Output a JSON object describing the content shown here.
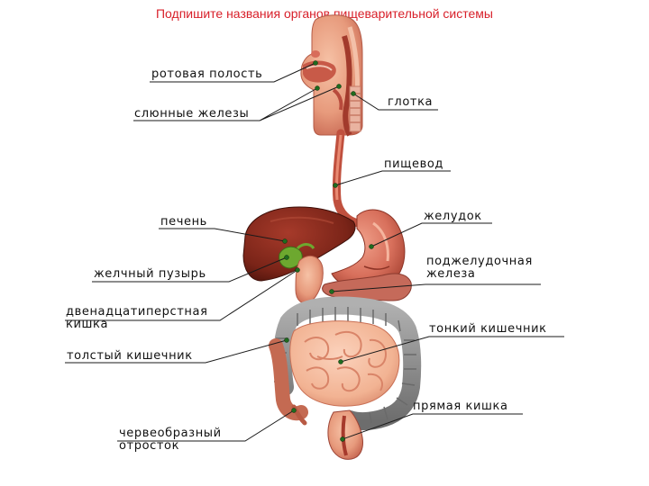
{
  "title": "Подпишите названия органов пищеварительной системы",
  "labels": {
    "mouth": "ротовая полость",
    "salivary": "слюнные железы",
    "pharynx": "глотка",
    "esophagus": "пищевод",
    "liver": "печень",
    "stomach": "желудок",
    "gallbladder": "желчный пузырь",
    "pancreas_1": "поджелудочная",
    "pancreas_2": "железа",
    "duodenum_1": "двенадцатиперстная",
    "duodenum_2": "кишка",
    "small_intestine": "тонкий кишечник",
    "large_intestine": "толстый кишечник",
    "rectum": "прямая кишка",
    "appendix_1": "червеобразный",
    "appendix_2": "отросток"
  },
  "colors": {
    "title": "#d8202a",
    "organ_flesh": "#e79a7c",
    "organ_dark": "#b84a3c",
    "liver": "#7a2418",
    "colon": "#8e8e8e",
    "small_intestine": "#f2b393",
    "gallbladder": "#6da82f",
    "pointer_dot": "#1f6b1f"
  }
}
